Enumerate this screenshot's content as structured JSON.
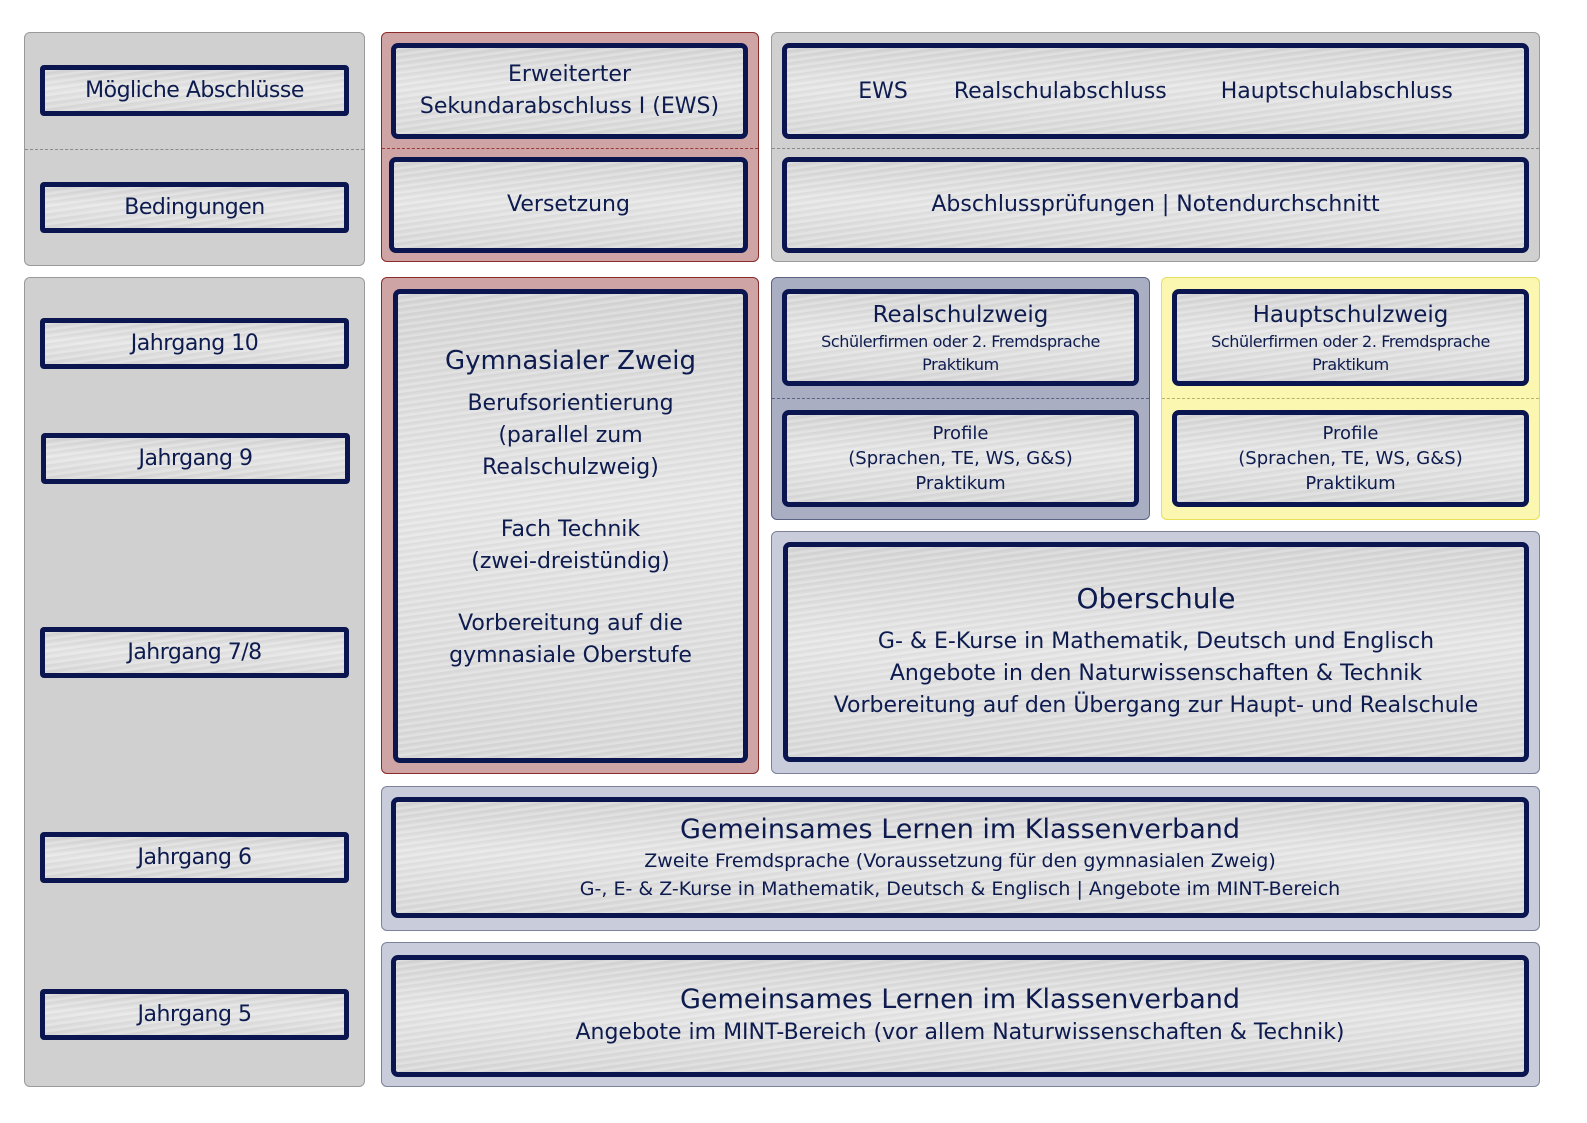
{
  "left_column": {
    "top_labels": [
      "Mögliche Abschlüsse",
      "Bedingungen"
    ],
    "year_labels": [
      "Jahrgang 10",
      "Jahrgang 9",
      "Jahrgang 7/8",
      "Jahrgang 6",
      "Jahrgang 5"
    ]
  },
  "ews": {
    "title_line1": "Erweiterter",
    "title_line2": "Sekundarabschluss I (EWS)",
    "condition": "Versetzung"
  },
  "other_degrees": {
    "degrees": [
      "EWS",
      "Realschulabschluss",
      "Hauptschulabschluss"
    ],
    "condition": "Abschlussprüfungen | Notendurchschnitt"
  },
  "gymnasial": {
    "title": "Gymnasialer Zweig",
    "lines": [
      "Berufsorientierung",
      "(parallel zum",
      "Realschulzweig)",
      "Fach Technik",
      "(zwei-dreistündig)",
      "Vorbereitung auf die",
      "gymnasiale Oberstufe"
    ]
  },
  "realschulzweig": {
    "title": "Realschulzweig",
    "line1": "Schülerfirmen oder 2. Fremdsprache",
    "line2": "Praktikum",
    "profile_title": "Profile",
    "profile_line1": "(Sprachen, TE, WS, G&S)",
    "profile_line2": "Praktikum"
  },
  "hauptschulzweig": {
    "title": "Hauptschulzweig",
    "line1": "Schülerfirmen oder 2. Fremdsprache",
    "line2": "Praktikum",
    "profile_title": "Profile",
    "profile_line1": "(Sprachen, TE, WS, G&S)",
    "profile_line2": "Praktikum"
  },
  "oberschule": {
    "title": "Oberschule",
    "lines": [
      "G- & E-Kurse in Mathematik, Deutsch und Englisch",
      "Angebote in den Naturwissenschaften & Technik",
      "Vorbereitung auf den Übergang zur Haupt- und Realschule"
    ]
  },
  "jahrgang6": {
    "title": "Gemeinsames Lernen im Klassenverband",
    "line1": "Zweite Fremdsprache (Voraussetzung für den gymnasialen Zweig)",
    "line2": "G-, E- & Z-Kurse in Mathematik, Deutsch & Englisch | Angebote im MINT-Bereich"
  },
  "jahrgang5": {
    "title": "Gemeinsames Lernen im Klassenverband",
    "line1": "Angebote im MINT-Bereich (vor allem Naturwissenschaften & Technik)"
  },
  "colors": {
    "card_border": "#0b154f",
    "text": "#0d1b4f",
    "gymnasial_bg": "#cfa4a4",
    "realschul_bg": "#a9aec3",
    "hauptschul_bg": "#fbf7b0",
    "neutral_bg": "#d0d0d0"
  }
}
